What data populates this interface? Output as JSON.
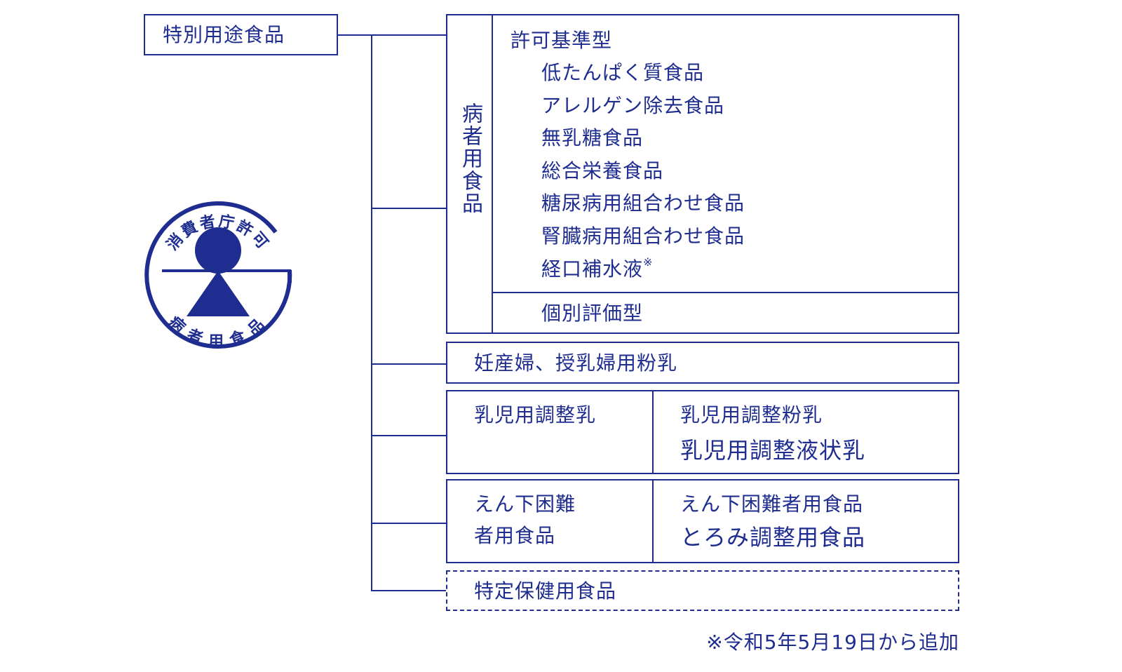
{
  "root": {
    "label": "特別用途食品"
  },
  "seal": {
    "top_text": "消費者庁許可",
    "bottom_text": "病者用食品",
    "color": "#1e2d8f"
  },
  "sick_food": {
    "category_label": "病者用食品",
    "permit_standard": {
      "label": "許可基準型",
      "items": [
        "低たんぱく質食品",
        "アレルゲン除去食品",
        "無乳糖食品",
        "総合栄養食品",
        "糖尿病用組合わせ食品",
        "腎臓病用組合わせ食品",
        "経口補水液"
      ],
      "last_item_mark": "※"
    },
    "individual_evaluation": {
      "label": "個別評価型"
    }
  },
  "maternal": {
    "label": "妊産婦、授乳婦用粉乳"
  },
  "infant": {
    "label": "乳児用調整乳",
    "items": [
      "乳児用調整粉乳",
      "乳児用調整液状乳"
    ]
  },
  "dysphagia": {
    "label_line1": "えん下困難",
    "label_line2": "者用食品",
    "items": [
      "えん下困難者用食品",
      "とろみ調整用食品"
    ]
  },
  "foshu": {
    "label": "特定保健用食品"
  },
  "footnote": "※令和5年5月19日から追加"
}
